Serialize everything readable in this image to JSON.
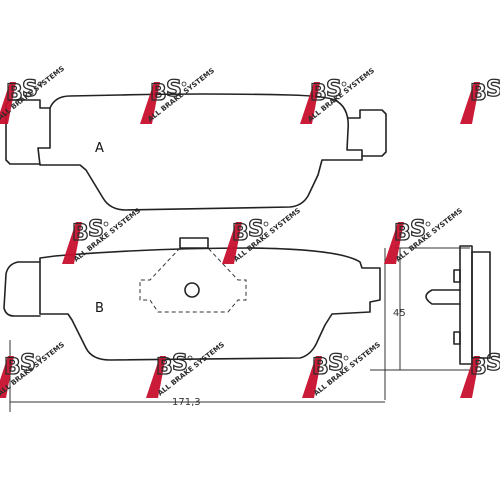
{
  "diagram": {
    "pads": [
      {
        "label": "A"
      },
      {
        "label": "B"
      }
    ],
    "dimensions": {
      "height": "45",
      "width": "171,3"
    }
  },
  "watermark": {
    "letters": [
      "A",
      "B",
      "S"
    ],
    "tagline": "ALL BRAKE SYSTEMS",
    "color": "#c8102e"
  }
}
